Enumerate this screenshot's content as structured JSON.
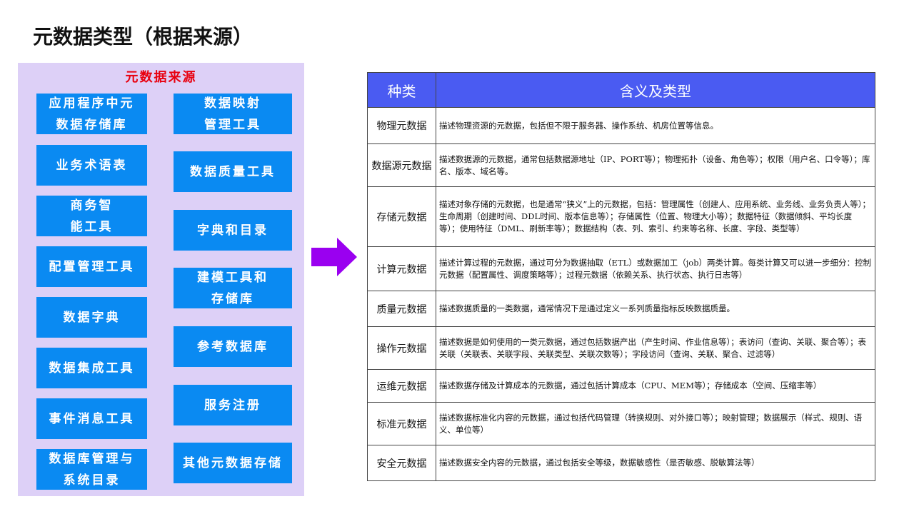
{
  "page_title": "元数据类型（根据来源）",
  "source_panel": {
    "title": "元数据来源",
    "left_items": [
      "应用程序中元\n数据存储库",
      "业务术语表",
      "商务智\n能工具",
      "配置管理工具",
      "数据字典",
      "数据集成工具",
      "事件消息工具",
      "数据库管理与\n系统目录"
    ],
    "right_items": [
      "数据映射\n管理工具",
      "数据质量工具",
      "字典和目录",
      "建模工具和\n存储库",
      "参考数据库",
      "服务注册",
      "其他元数据存储"
    ]
  },
  "arrow_color": "#9a00f0",
  "table": {
    "headers": [
      "种类",
      "含义及类型"
    ],
    "rows": [
      {
        "kind": "物理元数据",
        "desc": "描述物理资源的元数据，包括但不限于服务器、操作系统、机房位置等信息。"
      },
      {
        "kind": "数据源元数据",
        "desc": "描述数据源的元数据，通常包括数据源地址（IP、PORT等）；物理拓扑（设备、角色等）；权限（用户名、口令等）；库名、版本、域名等。"
      },
      {
        "kind": "存储元数据",
        "desc": "描述对象存储的元数据，也是通常“狭义”上的元数据，包括：管理属性（创建人、应用系统、业务线、业务负责人等）；生命周期（创建时间、DDL时间、版本信息等）；存储属性（位置、物理大小等）；数据特征（数据倾斜、平均长度等）；使用特征（DML、刷新率等）；数据结构（表、列、索引、约束等名称、长度、字段、类型等）"
      },
      {
        "kind": "计算元数据",
        "desc": "描述计算过程的元数据，通过可分为数据抽取（ETL）或数据加工（job）两类计算。每类计算又可以进一步细分：控制元数据（配置属性、调度策略等）；过程元数据（依赖关系、执行状态、执行日志等）"
      },
      {
        "kind": "质量元数据",
        "desc": "描述数据质量的一类数据，通常情况下是通过定义一系列质量指标反映数据质量。"
      },
      {
        "kind": "操作元数据",
        "desc": "描述数据是如何使用的一类元数据，通过包括数据产出（产生时间、作业信息等）；表访问（查询、关联、聚合等）；表关联（关联表、关联字段、关联类型、关联次数等）；字段访问（查询、关联、聚合、过滤等）"
      },
      {
        "kind": "运维元数据",
        "desc": "描述数据存储及计算成本的元数据，通过包括计算成本（CPU、MEM等）；存储成本（空间、压缩率等）"
      },
      {
        "kind": "标准元数据",
        "desc": "描述数据标准化内容的元数据，通过包括代码管理（转换规则、对外接口等）；映射管理；数据展示（样式、规则、语义、单位等）"
      },
      {
        "kind": "安全元数据",
        "desc": "描述数据安全内容的元数据，通过包括安全等级，数据敏感性（是否敏感、脱敏算法等）"
      }
    ]
  }
}
